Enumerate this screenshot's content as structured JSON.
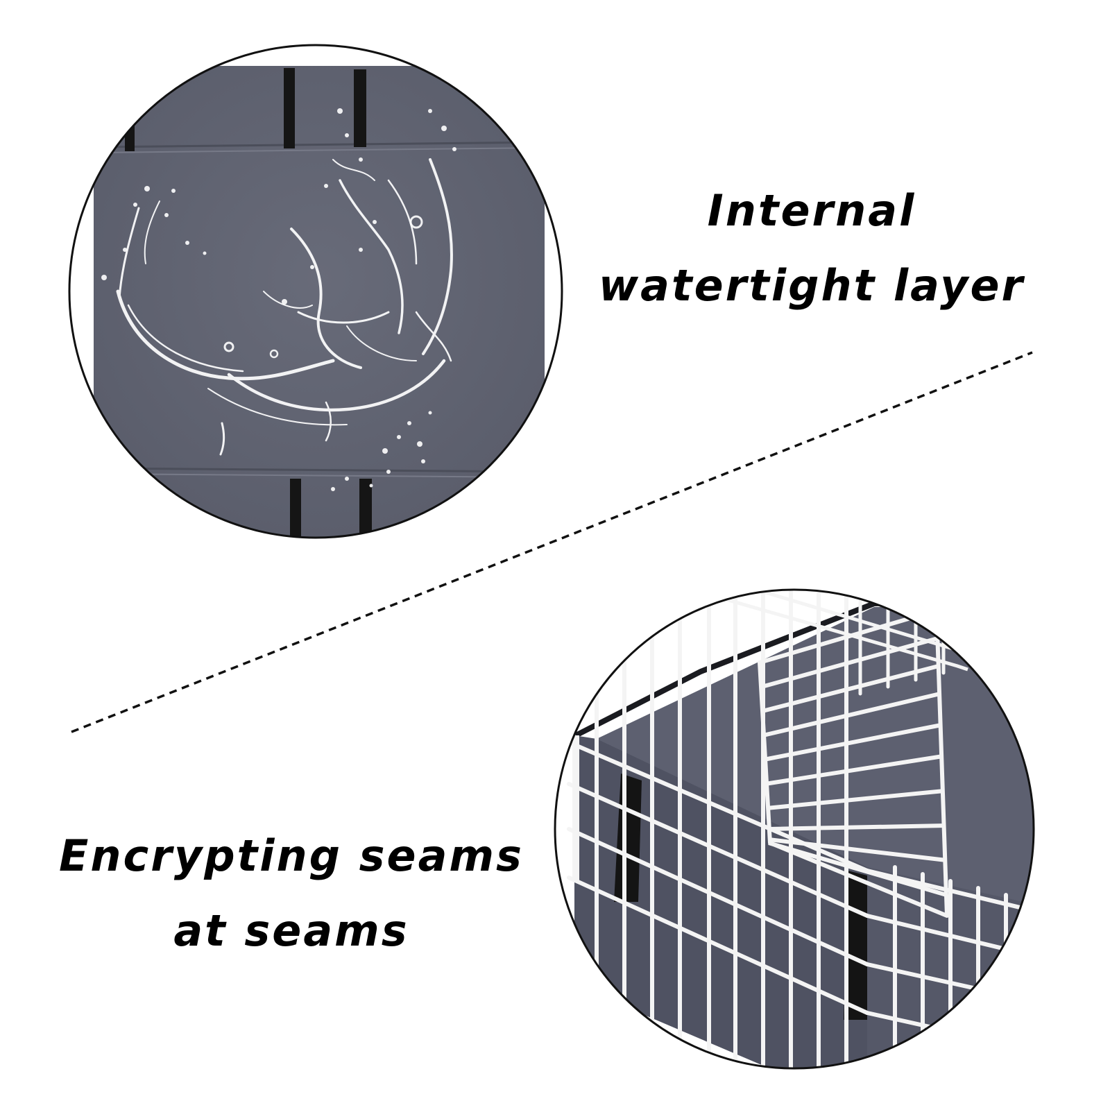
{
  "captions": {
    "top": {
      "line1": "Internal",
      "line2": "watertight layer"
    },
    "bottom": {
      "line1": "Encrypting seams",
      "line2": "at seams"
    }
  },
  "colors": {
    "background": "#ffffff",
    "fabric": "#5f6270",
    "fabric_dark": "#4e515e",
    "strap": "#151515",
    "wire": "#f4f4f4",
    "water": "#ffffff",
    "outline": "#111111"
  }
}
